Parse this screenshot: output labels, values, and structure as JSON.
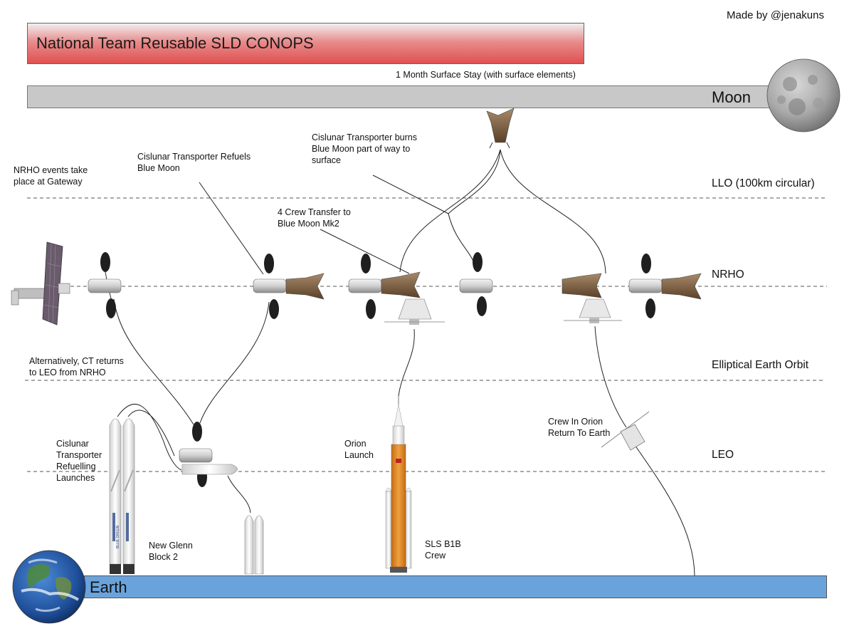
{
  "title": "National Team Reusable SLD CONOPS",
  "credit": "Made by @jenakuns",
  "surface_stay": "1 Month Surface Stay (with surface elements)",
  "bodies": {
    "moon": "Moon",
    "earth": "Earth"
  },
  "orbits": {
    "llo": "LLO (100km circular)",
    "nrho": "NRHO",
    "eeo": "Elliptical Earth Orbit",
    "leo": "LEO"
  },
  "notes": {
    "nrho_gateway": "NRHO events take\nplace at Gateway",
    "ct_refuels": "Cislunar Transporter Refuels\nBlue Moon",
    "ct_burns": "Cislunar Transporter burns\nBlue Moon part of way to\nsurface",
    "crew_transfer": "4 Crew Transfer to\nBlue Moon Mk2",
    "ct_returns": "Alternatively, CT returns\nto LEO from NRHO",
    "refuelling_launches": "Cislunar\nTransporter\nRefuelling\nLaunches",
    "orion_launch": "Orion\nLaunch",
    "crew_return": "Crew In Orion\nReturn To Earth",
    "new_glenn": "New Glenn\nBlock 2",
    "sls": "SLS B1B\nCrew"
  },
  "rocket_markings": {
    "blue_origin": "BLUE ORIGIN"
  },
  "colors": {
    "title_red": "#e05050",
    "moon_bar": "#c8c8c8",
    "earth_bar": "#6aa3dc",
    "sls_core": "#e08a2a",
    "solar_panel": "#6b5a6e",
    "lander_brown": "#8a6a4a"
  }
}
